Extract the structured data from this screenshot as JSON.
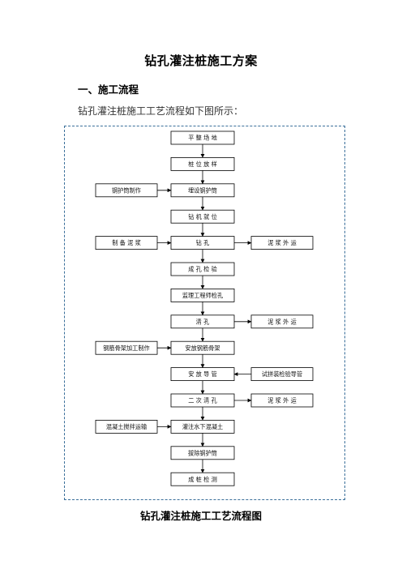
{
  "document": {
    "title": "钻孔灌注桩施工方案",
    "section_heading": "一、施工流程",
    "intro": "钻孔灌注桩施工工艺流程如下图所示：",
    "caption": "钻孔灌注桩施工工艺流程图"
  },
  "flowchart": {
    "main_steps": [
      "平 整 场 地",
      "桩 位 放 样",
      "埋设钢护筒",
      "钻 机 就 位",
      "钻     孔",
      "成 孔 检 验",
      "监理工程师检孔",
      "清     孔",
      "安放钢筋骨架",
      "安 放 导 管",
      "二 次 清 孔",
      "灌注水下混凝土",
      "拔除钢护筒",
      "成 桩 检 测"
    ],
    "left_inputs": [
      {
        "label": "钢护筒制作",
        "target_step": 2
      },
      {
        "label": "制 备 泥 浆",
        "target_step": 4
      },
      {
        "label": "钢筋骨架加工制作",
        "target_step": 8
      },
      {
        "label": "混凝土搅拌运输",
        "target_step": 11
      }
    ],
    "right_outputs": [
      {
        "label": "泥 浆 外 运",
        "source_step": 4,
        "direction": "out"
      },
      {
        "label": "泥 浆 外 运",
        "source_step": 7,
        "direction": "out"
      },
      {
        "label": "试拼装检验导管",
        "source_step": 9,
        "direction": "in"
      },
      {
        "label": "泥 浆 外 运",
        "source_step": 10,
        "direction": "out"
      }
    ]
  },
  "colors": {
    "frame_border": "#3a6f9a",
    "line": "#000000"
  }
}
